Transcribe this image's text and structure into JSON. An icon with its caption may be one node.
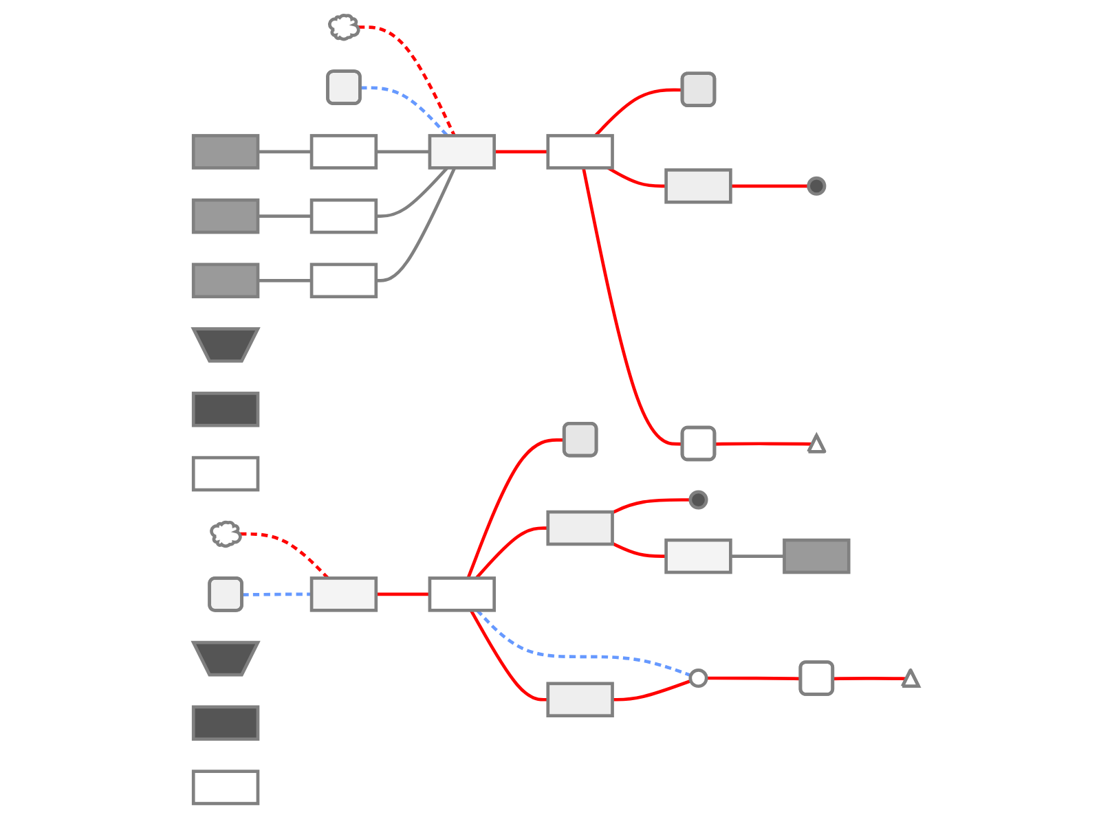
{
  "diagram": {
    "nodes": [
      {
        "text": [],
        "shape": "cloud"
      },
      {
        "text": [],
        "shape": "phone"
      },
      {
        "text": [],
        "shape": "panel"
      },
      {
        "text": [],
        "shape": "panel"
      },
      {
        "text": [],
        "shape": "panel"
      },
      {
        "text": [],
        "shape": "box"
      },
      {
        "text": [],
        "shape": "box"
      },
      {
        "text": [],
        "shape": "box"
      },
      {
        "text": [],
        "shape": "cabinet"
      },
      {
        "text": [],
        "shape": "box"
      },
      {
        "text": [],
        "shape": "generator"
      },
      {
        "text": [],
        "shape": "meter"
      },
      {
        "text": [],
        "shape": "switchboard"
      },
      {
        "text": [],
        "shape": "lamp"
      },
      {
        "text": [],
        "shape": "washer"
      },
      {
        "text": [],
        "shape": "kettle"
      },
      {
        "text": [],
        "shape": "aircon"
      },
      {
        "text": [],
        "shape": "pylon"
      },
      {
        "text": [],
        "shape": "cloud"
      },
      {
        "text": [],
        "shape": "phone"
      },
      {
        "text": [],
        "shape": "cabinet"
      },
      {
        "text": [],
        "shape": "box"
      },
      {
        "text": [],
        "shape": "generator"
      },
      {
        "text": [],
        "shape": "switchboard"
      },
      {
        "text": [],
        "shape": "lamp"
      },
      {
        "text": [],
        "shape": "washer"
      },
      {
        "text": [],
        "shape": "kettle"
      },
      {
        "text": [],
        "shape": "aircon"
      },
      {
        "text": [],
        "shape": "switchboard"
      },
      {
        "text": [],
        "shape": "clamp"
      },
      {
        "text": [],
        "shape": "inverter"
      },
      {
        "text": [],
        "shape": "panel"
      },
      {
        "text": [],
        "shape": "meter"
      },
      {
        "text": [],
        "shape": "pylon"
      }
    ],
    "edges": [
      {
        "from": 0,
        "to": 8,
        "arrow": "none",
        "style": "dashed"
      },
      {
        "from": 1,
        "to": 8,
        "arrow": "none",
        "style": "dashed",
        "color": "#6699ff"
      },
      {
        "from": 2,
        "to": 5,
        "arrow": "none",
        "color": "#808080"
      },
      {
        "from": 3,
        "to": 6,
        "arrow": "none",
        "color": "#808080"
      },
      {
        "from": 4,
        "to": 7,
        "arrow": "none",
        "color": "#808080"
      },
      {
        "from": 5,
        "to": 8,
        "arrow": "none",
        "color": "#808080"
      },
      {
        "from": 6,
        "to": 8,
        "arrow": "none",
        "color": "#808080"
      },
      {
        "from": 7,
        "to": 8,
        "arrow": "none",
        "color": "#808080"
      },
      {
        "from": 8,
        "to": 9,
        "arrow": "none"
      },
      {
        "from": 9,
        "to": 10,
        "arrow": "none"
      },
      {
        "from": 9,
        "to": 11,
        "arrow": "none"
      },
      {
        "from": 9,
        "to": 12,
        "arrow": "none"
      },
      {
        "from": 12,
        "to": 15,
        "arrow": "none"
      },
      {
        "from": 11,
        "to": 17,
        "arrow": "none"
      },
      {
        "from": 18,
        "to": 20,
        "arrow": "none",
        "style": "dashed"
      },
      {
        "from": 19,
        "to": 20,
        "arrow": "none",
        "style": "dashed",
        "color": "#6699ff"
      },
      {
        "from": 20,
        "to": 21,
        "arrow": "none"
      },
      {
        "from": 21,
        "to": 29,
        "arrow": "none",
        "style": "dashed",
        "color": "#6699ff"
      },
      {
        "from": 21,
        "to": 22,
        "arrow": "none"
      },
      {
        "from": 21,
        "to": 23,
        "arrow": "none"
      },
      {
        "from": 23,
        "to": 26,
        "arrow": "none"
      },
      {
        "from": 21,
        "to": 28,
        "arrow": "none"
      },
      {
        "from": 28,
        "to": 29,
        "arrow": "none"
      },
      {
        "from": 29,
        "to": 32,
        "arrow": "none"
      },
      {
        "from": 23,
        "to": 30,
        "arrow": "none"
      },
      {
        "from": 30,
        "to": 31,
        "arrow": "none",
        "color": "#808080"
      },
      {
        "from": 32,
        "to": 33,
        "arrow": "none"
      }
    ]
  }
}
